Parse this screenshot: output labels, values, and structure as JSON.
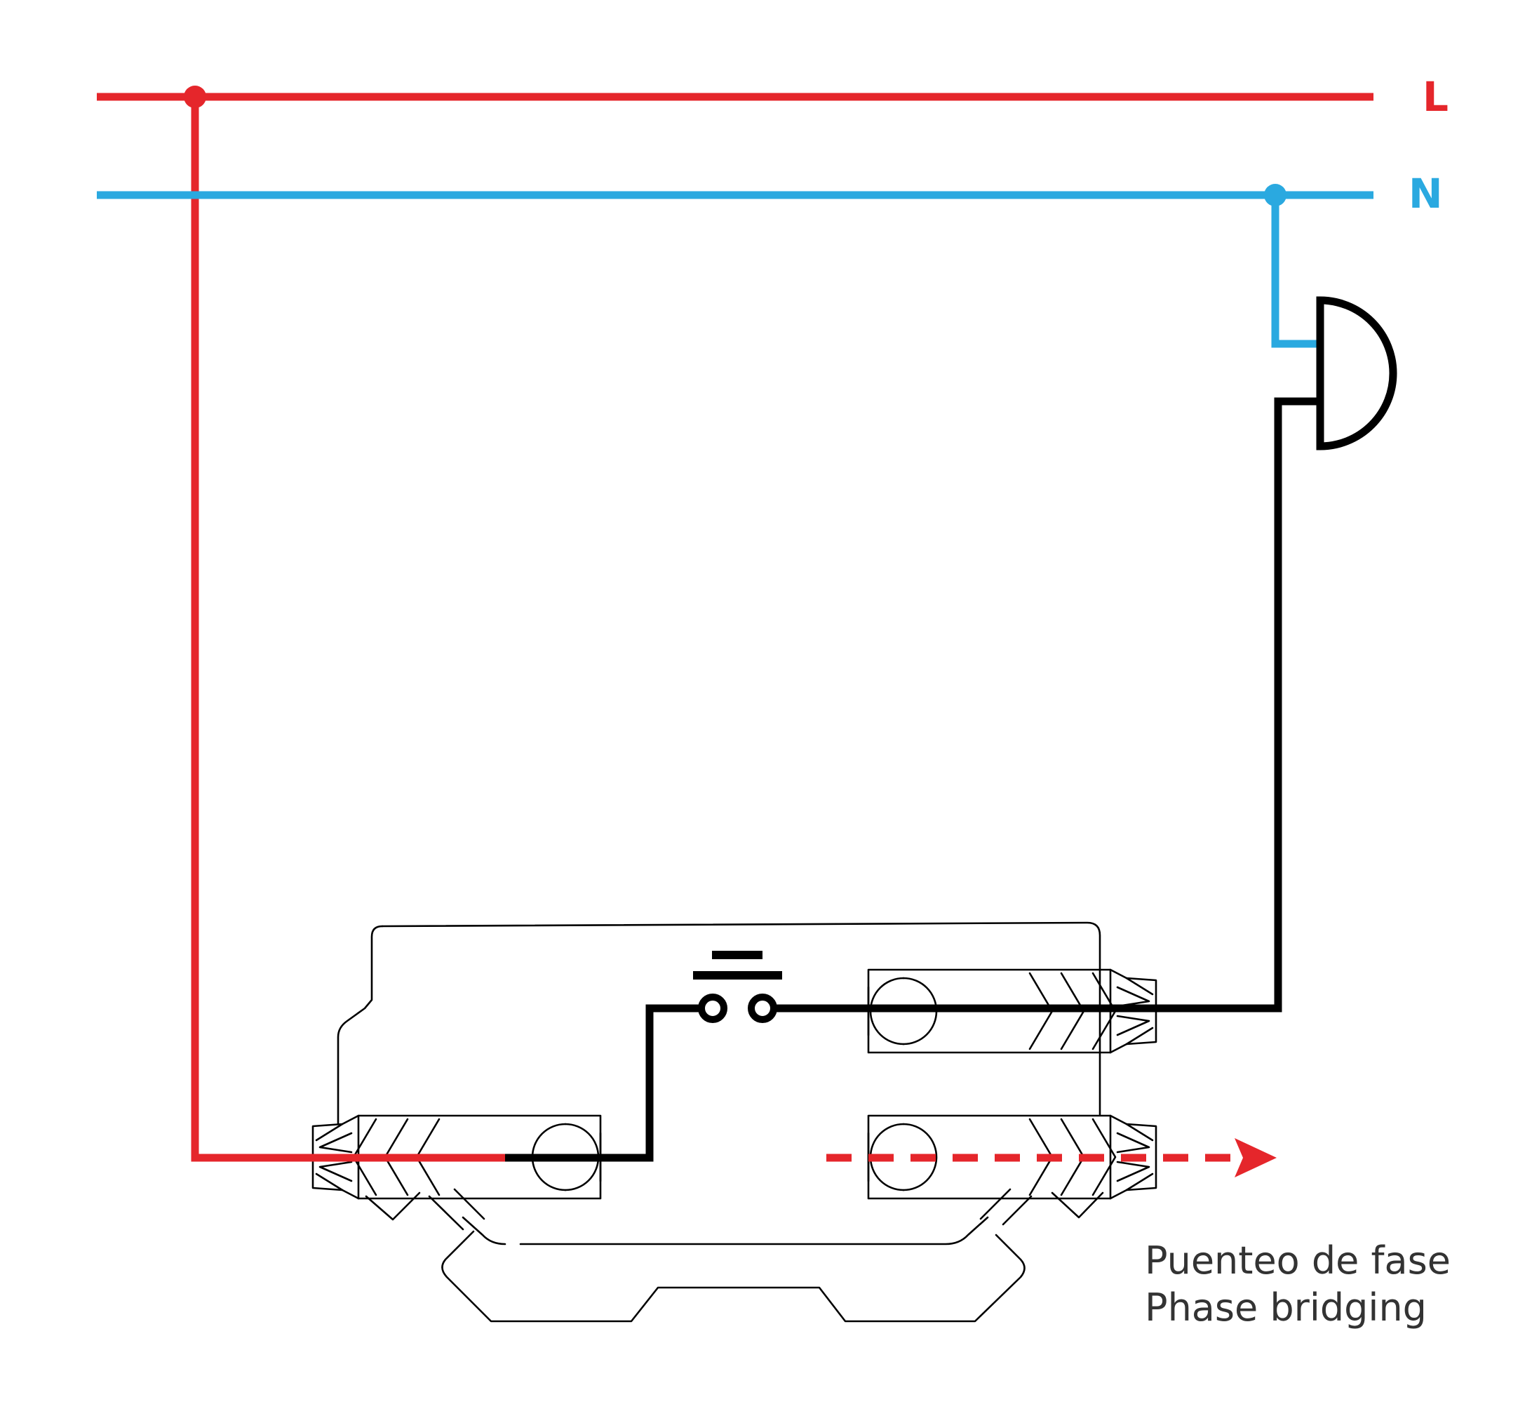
{
  "labels": {
    "phase": "L",
    "neutral": "N",
    "caption_es": "Puenteo de fase",
    "caption_en": "Phase bridging"
  },
  "colors": {
    "phase": "#e5262b",
    "neutral": "#2aa9e0",
    "switched": "#000000",
    "caption": "#333333"
  },
  "icons": {
    "bell": "bell-symbol-icon",
    "pushbutton": "pushbutton-contact-icon",
    "bridging_arrow": "dashed-arrow-icon"
  }
}
